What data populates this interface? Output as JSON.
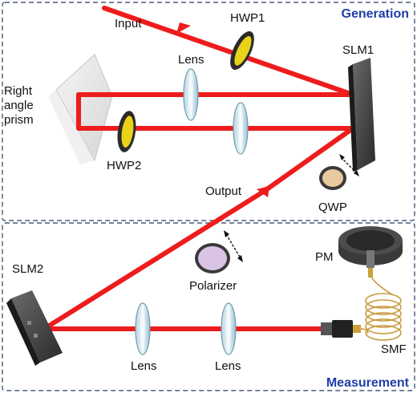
{
  "panels": {
    "generation_title": "Generation",
    "measurement_title": "Measurement"
  },
  "labels": {
    "input": "Input",
    "hwp1": "HWP1",
    "lens_top": "Lens",
    "slm1": "SLM1",
    "prism_line1": "Right",
    "prism_line2": "angle",
    "prism_line3": "prism",
    "hwp2": "HWP2",
    "output": "Output",
    "qwp": "QWP",
    "slm2": "SLM2",
    "polarizer": "Polarizer",
    "pm": "PM",
    "smf": "SMF",
    "lens_bottom_left": "Lens",
    "lens_bottom_right": "Lens"
  },
  "colors": {
    "beam": "#ee1c1c",
    "panel_border": "#4a5a7a",
    "panel_title": "#1f3ea8",
    "hwp_glass": "#e8d21a",
    "qwp_glass": "#e8c9a0",
    "polarizer_glass": "#d9c4e6"
  }
}
